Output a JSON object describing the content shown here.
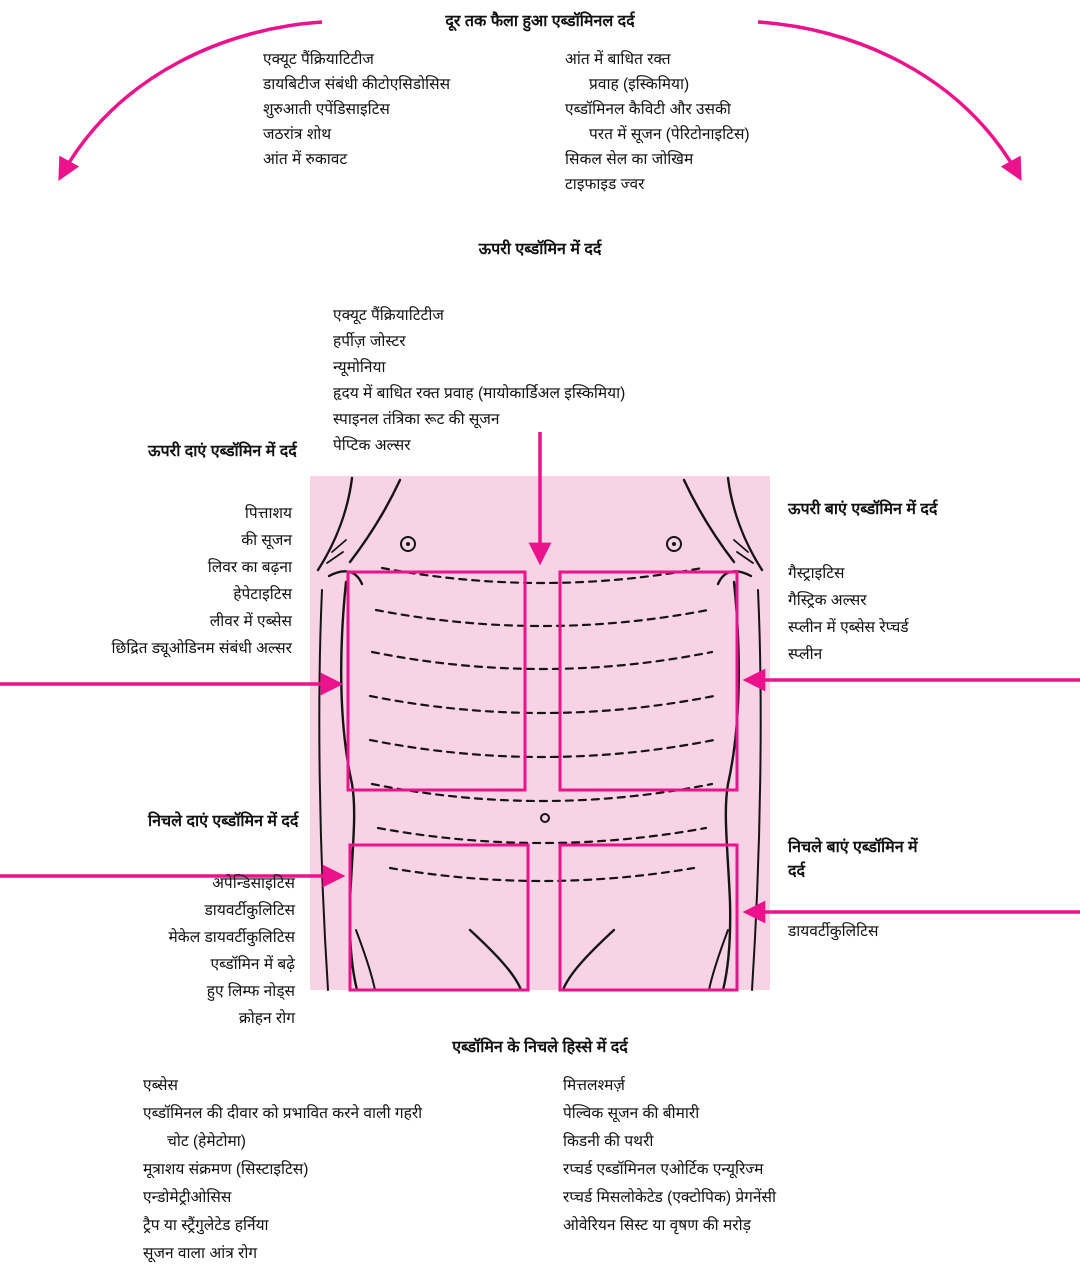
{
  "colors": {
    "accent": "#ec128c",
    "torso_bg": "#f8d2e5",
    "ink": "#111111"
  },
  "diffuse": {
    "title": "दूर तक फैला हुआ एब्डॉमिनल दर्द",
    "left_items": [
      "एक्यूट पैंक्रियाटिटीज",
      "डायबिटीज संबंधी कीटोएसिडोसिस",
      "शुरुआती एपेंडिसाइटिस",
      "जठरांत्र शोथ",
      "आंत में रुकावट"
    ],
    "right_items": [
      "आंत में बाधित रक्त",
      {
        "text": "प्रवाह (इस्किमिया)",
        "indent": true
      },
      "एब्डॉमिनल कैविटी और उसकी",
      {
        "text": "परत में सूजन (पेरिटोनाइटिस)",
        "indent": true
      },
      "सिकल सेल का जोखिम",
      "टाइफाइड ज्वर"
    ]
  },
  "upper_abdomen": {
    "title": "ऊपरी एब्डॉमिन में दर्द",
    "items": [
      "एक्यूट पैंक्रियाटिटीज",
      "हर्पीज़ जोस्टर",
      "न्यूमोनिया",
      "हृदय में बाधित रक्त प्रवाह (मायोकार्डिअल इस्किमिया)",
      "स्पाइनल तंत्रिका रूट की सूजन",
      "पेप्टिक अल्सर"
    ]
  },
  "upper_right": {
    "title": "ऊपरी दाएं एब्डॉमिन में दर्द",
    "items": [
      "पित्ताशय",
      "की सूजन",
      "लिवर का बढ़ना",
      "हेपेटाइटिस",
      "लीवर में एब्सेस",
      "छिद्रित ड्यूओडिनम संबंधी अल्सर"
    ]
  },
  "upper_left": {
    "title": "ऊपरी बाएं एब्डॉमिन में दर्द",
    "items": [
      "गैस्ट्राइटिस",
      "गैस्ट्रिक अल्सर",
      "स्प्लीन में एब्सेस रेप्चर्ड",
      "स्प्लीन"
    ]
  },
  "lower_right": {
    "title": "निचले दाएं एब्डॉमिन में दर्द",
    "items": [
      "अपेन्डिसाइटिस",
      "डायवर्टीकुलिटिस",
      "मेकेल डायवर्टीकुलिटिस",
      "एब्डॉमिन में बढ़े",
      "हुए लिम्फ नोड्स",
      "क्रोहन रोग"
    ]
  },
  "lower_left": {
    "title": "निचले बाएं एब्डॉमिन में दर्द",
    "items": [
      "डायवर्टीकुलिटिस"
    ]
  },
  "lower_abdomen": {
    "title": "एब्डॉमिन के निचले हिस्से में दर्द",
    "left_items": [
      "एब्सेस",
      "एब्डॉमिनल की दीवार को प्रभावित करने वाली गहरी",
      {
        "text": "चोट (हेमेटोमा)",
        "indent": true
      },
      "मूत्राशय संक्रमण (सिस्टाइटिस)",
      "एन्डोमेट्रीओसिस",
      "ट्रैप या स्ट्रैंगुलेटेड हर्निया",
      "सूजन वाला आंत्र रोग"
    ],
    "right_items": [
      "मित्तलश्मर्ज़",
      "पेल्विक सूजन की बीमारी",
      "किडनी की पथरी",
      "रप्चर्ड एब्डॉमिनल एओर्टिक एन्यूरिज्म",
      "रप्चर्ड मिसलोकेटेड (एक्टोपिक) प्रेगनेंसी",
      "ओवेरियन सिस्ट या वृषण की मरोड़"
    ]
  }
}
